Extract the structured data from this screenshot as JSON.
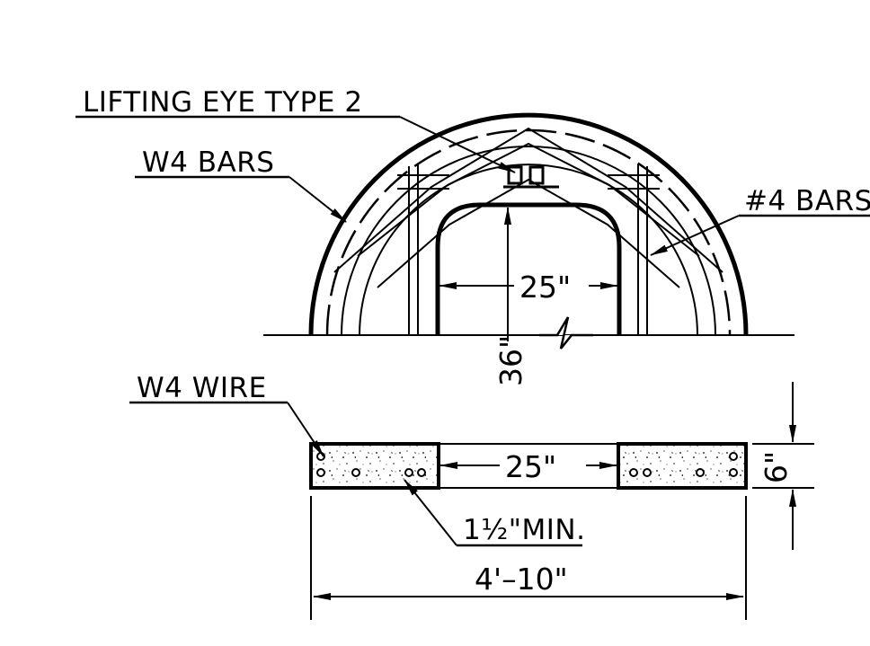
{
  "labels": {
    "lifting_eye": "LIFTING EYE TYPE 2",
    "w4_bars": "W4 BARS",
    "no4_bars": "#4 BARS",
    "w4_wire": "W4 WIRE",
    "min_cover": "1½\"MIN."
  },
  "dimensions": {
    "opening_width_top": "25\"",
    "opening_height": "36\"",
    "opening_width_bottom": "25\"",
    "wall_thickness": "6\"",
    "overall_width": "4'–10\""
  }
}
